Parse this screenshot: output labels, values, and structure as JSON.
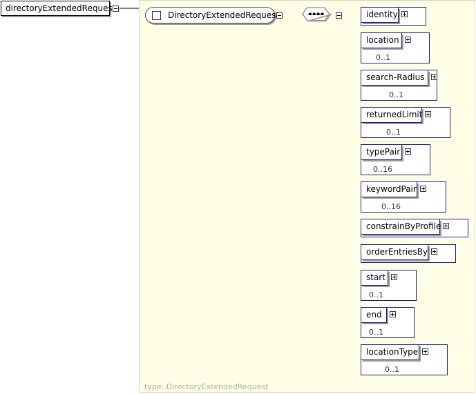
{
  "root_element": {
    "label": "directoryExtendedRequest"
  },
  "complex_type": {
    "label": "DirectoryExtendedRequest"
  },
  "type_footer": "type: DirectoryExtendedRequest",
  "icons": {
    "expander": "collapse-icon",
    "child_expander": "expand-icon",
    "sequence": "sequence-icon"
  },
  "children": [
    {
      "label": "identity",
      "cardinality": ""
    },
    {
      "label": "location",
      "cardinality": "0..1"
    },
    {
      "label": "search-Radius",
      "cardinality": "0..1"
    },
    {
      "label": "returnedLimit",
      "cardinality": "0..1"
    },
    {
      "label": "typePair",
      "cardinality": "0..16"
    },
    {
      "label": "keywordPair",
      "cardinality": "0..16"
    },
    {
      "label": "constrainByProfile",
      "cardinality": ""
    },
    {
      "label": "orderEntriesBy",
      "cardinality": ""
    },
    {
      "label": "start",
      "cardinality": "0..1"
    },
    {
      "label": "end",
      "cardinality": "0..1"
    },
    {
      "label": "locationType",
      "cardinality": "0..1"
    }
  ]
}
